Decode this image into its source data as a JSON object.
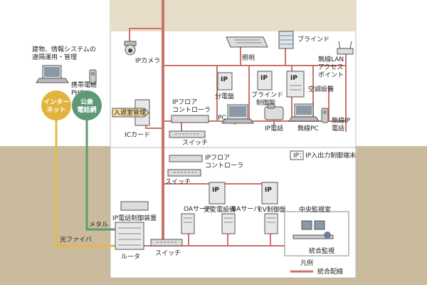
{
  "labels": {
    "building_mgmt": "建物、情報システムの",
    "building_mgmt_2": "遠隔運用・管理",
    "mobile_phs": "携帯電話",
    "mobile_phs_2": "PHS",
    "internet": "インター",
    "internet_2": "ネット",
    "public_net": "公衆",
    "public_net_2": "電話網",
    "ip_camera": "IPカメラ",
    "entry_mgmt": "入退室管理",
    "ic_card": "ICカード",
    "lighting": "照明",
    "blind": "ブラインド",
    "wireless_lan": "無線LAN",
    "wireless_lan_2": "アクセス",
    "wireless_lan_3": "ポイント",
    "ip_floor_controller_top": "IPフロア",
    "ip_floor_controller_top_2": "コントローラ",
    "switch_top": "スイッチ",
    "distribution_board": "分電盤",
    "blind_control": "ブラインド",
    "blind_control_2": "制御盤",
    "air_conditioning": "空調設備",
    "pc": "PC",
    "ip_phone": "IP電話",
    "wireless_pc": "無線PC",
    "wireless_ip_phone": "無線IP",
    "wireless_ip_phone_2": "電話",
    "ip_legend": "IP：IP入出力制御端末",
    "ip_floor_controller_mid": "IPフロア",
    "ip_floor_controller_mid_2": "コントローラ",
    "switch_mid": "スイッチ",
    "substation": "受変電設備",
    "ev_control": "EV制御盤",
    "ip_phone_control": "IP電話制御装置",
    "metal": "メタル",
    "optical_fiber": "光ファイバ",
    "router": "ルータ",
    "switch_bottom": "スイッチ",
    "oa_server": "OAサーバ",
    "ba_server": "BAサーバ",
    "central_monitoring": "中央監視室",
    "integrated_monitoring": "統合監視",
    "legend_title": "凡例",
    "legend_wiring": "統合配線",
    "ip_tag": "IP"
  },
  "colors": {
    "wiring": "#c9736b",
    "fiber": "#e6b84a",
    "metal": "#5f9a73",
    "ground": "#c9bb9b",
    "ceiling": "#e8ddc9",
    "internet_circle": "#e2b43e",
    "public_circle": "#5d9974",
    "entry_tag": "#f5d9a0"
  }
}
